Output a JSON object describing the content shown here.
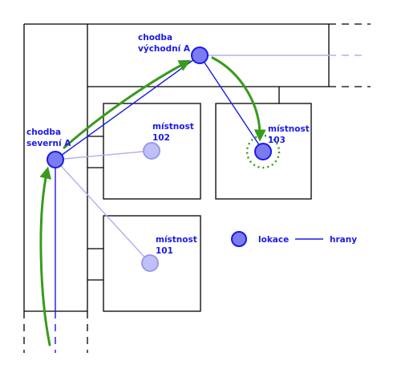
{
  "nodes": {
    "chodba_severni_a": {
      "label_lines": [
        "chodba",
        "severní A"
      ],
      "state": "active"
    },
    "chodba_vychodni_a": {
      "label_lines": [
        "chodba",
        "východní A"
      ],
      "state": "active"
    },
    "mistnost_102": {
      "label_lines": [
        "místnost",
        "102"
      ],
      "state": "inactive"
    },
    "mistnost_103": {
      "label_lines": [
        "místnost",
        "103"
      ],
      "state": "target"
    },
    "mistnost_101": {
      "label_lines": [
        "místnost",
        "101"
      ],
      "state": "inactive"
    }
  },
  "legend": {
    "node_label": "lokace",
    "edge_label": "hrany"
  },
  "colors": {
    "walls": "#000000",
    "node_fill": "#7b7bf2",
    "node_stroke": "#1a1ae6",
    "faded_node_fill": "#c0c0f8",
    "faded_node_stroke": "#9a9ae6",
    "edge": "#1a1ae6",
    "faded_edge": "#b0b0ee",
    "path_arrow": "#3a9a1e",
    "text": "#1a1ae6"
  }
}
